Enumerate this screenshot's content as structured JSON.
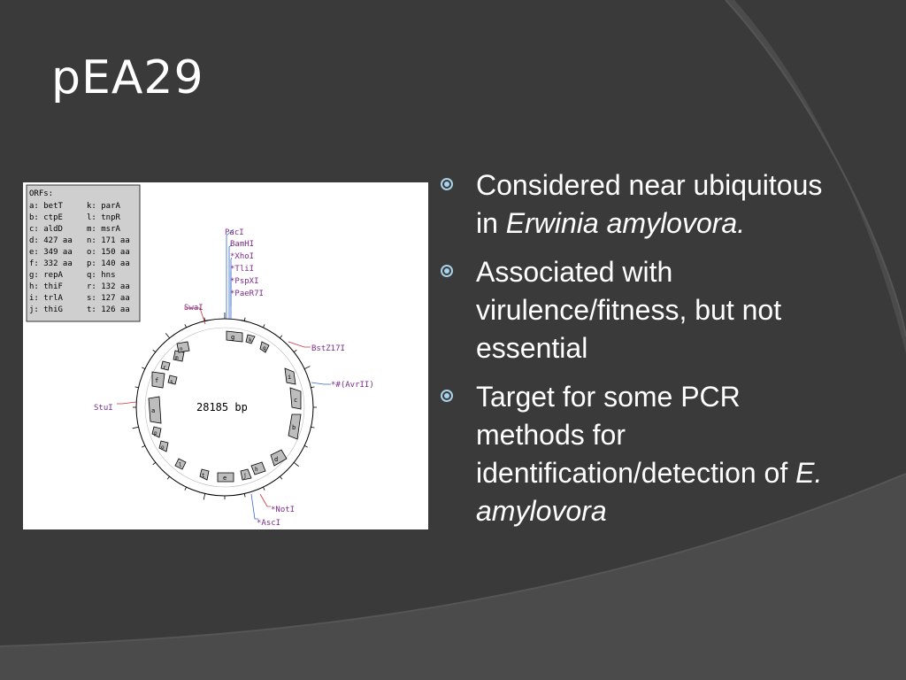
{
  "slide": {
    "title": "pEA29",
    "colors": {
      "background": "#3a3a3a",
      "swoosh": "#4a4a4a",
      "text": "#ffffff",
      "bullet": "#a9d3ea",
      "enzyme_tick_a": "#cc3333",
      "enzyme_tick_b": "#3366cc",
      "enzyme_label": "#7a2a8a"
    }
  },
  "bullets": [
    {
      "icon": "circle-dot-bullet-icon",
      "parts": [
        {
          "text": "Considered near ubiquitous in ",
          "italic": false
        },
        {
          "text": "Erwinia amylovora.",
          "italic": true
        }
      ]
    },
    {
      "icon": "circle-dot-bullet-icon",
      "parts": [
        {
          "text": "Associated with virulence/fitness, but not essential",
          "italic": false
        }
      ]
    },
    {
      "icon": "circle-dot-bullet-icon",
      "parts": [
        {
          "text": "Target for some PCR methods for identification/detection of ",
          "italic": false
        },
        {
          "text": "E. amylovora",
          "italic": true
        }
      ]
    }
  ],
  "plasmid_map": {
    "size_label": "28185 bp",
    "orf_legend_title": "ORFs:",
    "orf_legend_left": [
      "a: betT",
      "b: ctpE",
      "c: aldD",
      "d: 427 aa",
      "e: 349 aa",
      "f: 332 aa",
      "g: repA",
      "h: thiF",
      "i: trlA",
      "j: thiG"
    ],
    "orf_legend_right": [
      "k: parA",
      "l: tnpR",
      "m: msrA",
      "n: 171 aa",
      "o: 150 aa",
      "p: 140 aa",
      "q: hns",
      "r: 132 aa",
      "s: 127 aa",
      "t: 126 aa"
    ],
    "enzymes": [
      "PacI",
      "BamHI",
      "*XhoI",
      "*TliI",
      "*PspXI",
      "*PaeR7I",
      "SwaI",
      "BstZ17I",
      "*#(AvrII)",
      "StuI",
      "*NotI",
      "*AscI"
    ],
    "orfs": [
      "g",
      "k",
      "q",
      "i",
      "c",
      "b",
      "d",
      "h",
      "j",
      "e",
      "t",
      "l",
      "o",
      "p",
      "a",
      "f",
      "s",
      "r",
      "m",
      "n"
    ]
  }
}
